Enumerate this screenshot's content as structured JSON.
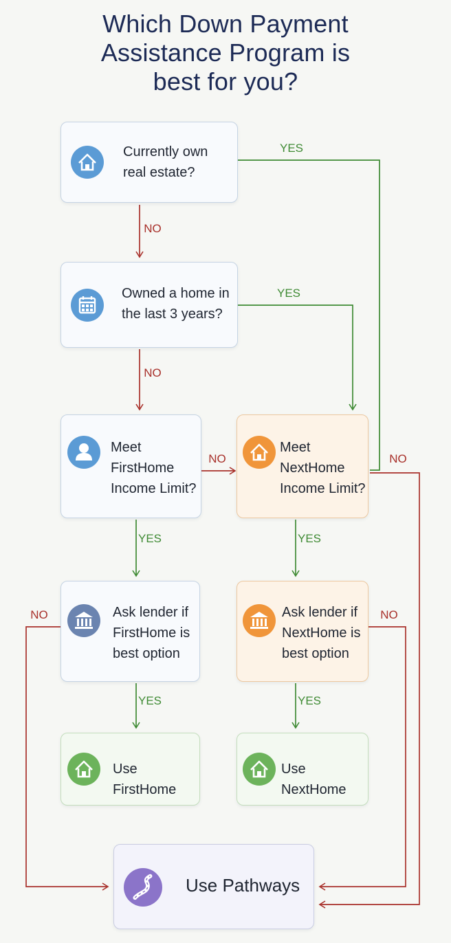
{
  "title": {
    "lines": [
      "Which Down Payment",
      "Assistance Program is",
      "best for you?"
    ]
  },
  "nodes": {
    "own_real_estate": {
      "lines": [
        "Currently own",
        "real estate?"
      ],
      "icon": "house-icon"
    },
    "owned_home": {
      "lines": [
        "Owned a home in",
        "the last 3 years?"
      ],
      "icon": "calendar-icon"
    },
    "firsthome_income": {
      "lines": [
        "Meet FirstHome",
        "Income Limit?"
      ],
      "icon": "person-icon"
    },
    "nexthome_income": {
      "lines": [
        "Meet NextHome",
        "Income Limit?"
      ],
      "icon": "house-icon"
    },
    "ask_firsthome": {
      "lines": [
        "Ask lender if",
        "FirstHome is",
        "best option"
      ],
      "icon": "bank-icon"
    },
    "ask_nexthome": {
      "lines": [
        "Ask lender if",
        "NextHome is",
        "best option"
      ],
      "icon": "bank-icon"
    },
    "use_firsthome": {
      "lines": [
        "Use FirstHome"
      ],
      "icon": "house-icon"
    },
    "use_nexthome": {
      "lines": [
        "Use NextHome"
      ],
      "icon": "house-icon"
    },
    "use_pathways": {
      "lines": [
        "Use Pathways"
      ],
      "icon": "road-icon"
    }
  },
  "edges": {
    "own_yes": "YES",
    "own_no": "NO",
    "owned_yes": "YES",
    "owned_no": "NO",
    "firsthome_income_no": "NO",
    "firsthome_income_yes": "YES",
    "nexthome_income_yes": "YES",
    "nexthome_income_no": "NO",
    "ask_firsthome_yes": "YES",
    "ask_firsthome_no": "NO",
    "ask_nexthome_yes": "YES",
    "ask_nexthome_no": "NO"
  },
  "colors": {
    "title": "#1c2a55",
    "yes": "#3e8a33",
    "no": "#a8302a",
    "icon_blue": "#5b9bd5",
    "icon_orange": "#f0953a",
    "icon_green": "#6cb35b",
    "icon_slate": "#6b84b0",
    "icon_purple": "#8b74c9"
  }
}
